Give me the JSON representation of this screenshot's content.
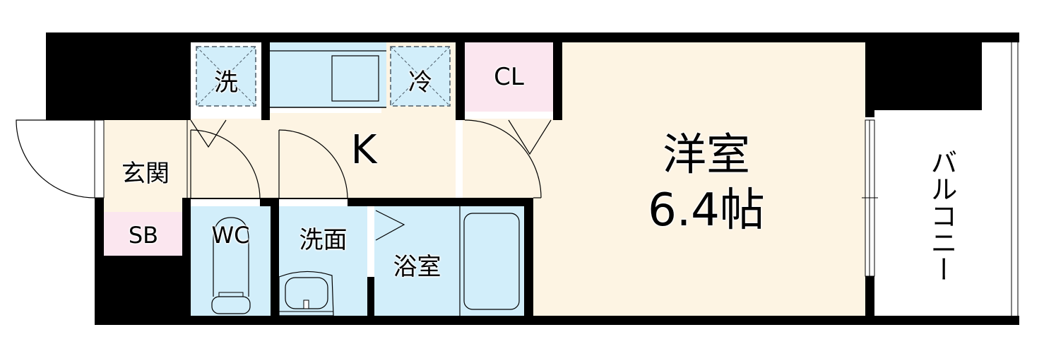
{
  "floorplan": {
    "rooms": {
      "genkan": {
        "label": "玄関"
      },
      "shoebox": {
        "label": "SB"
      },
      "wc": {
        "label": "WC"
      },
      "senmen": {
        "label": "洗面"
      },
      "bath": {
        "label": "浴室"
      },
      "kitchen": {
        "label": "K"
      },
      "washer": {
        "label": "洗"
      },
      "fridge": {
        "label": "冷"
      },
      "closet": {
        "label": "CL"
      },
      "western_room": {
        "label": "洋室",
        "size": "6.4帖"
      },
      "balcony": {
        "label": "バルコニー"
      }
    },
    "colors": {
      "wall": "#000000",
      "floor": "#fdf4e3",
      "wet_area": "#d2eefa",
      "storage": "#fbe6ef"
    }
  }
}
